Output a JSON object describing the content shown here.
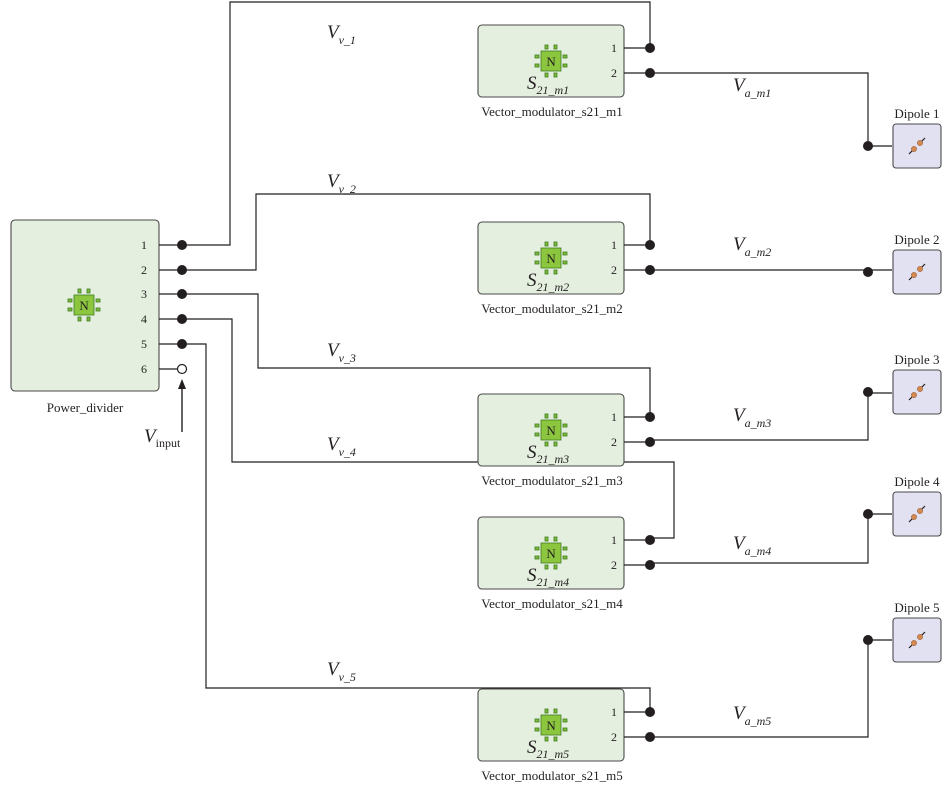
{
  "colors": {
    "block_fill": "#e4efdf",
    "dipole_fill": "#e1e1f2",
    "chip_green": "#7dbb3c",
    "chip_dark": "#3f7d1e",
    "dipole_accent": "#d58a52",
    "wire": "#231f20"
  },
  "power_divider": {
    "name": "Power_divider",
    "ports": [
      "1",
      "2",
      "3",
      "4",
      "5",
      "6"
    ],
    "chip_letter": "N",
    "icon": "n-port-chip-icon"
  },
  "input": {
    "symbol": "V",
    "subscript": "input"
  },
  "modulators": [
    {
      "name": "Vector_modulator_s21_m1",
      "s_main": "S",
      "s_sub": "21_m1",
      "ports": [
        "1",
        "2"
      ],
      "chip_letter": "N",
      "v_in": {
        "main": "V",
        "sub": "v_1"
      },
      "v_out": {
        "main": "V",
        "sub": "a_m1"
      }
    },
    {
      "name": "Vector_modulator_s21_m2",
      "s_main": "S",
      "s_sub": "21_m2",
      "ports": [
        "1",
        "2"
      ],
      "chip_letter": "N",
      "v_in": {
        "main": "V",
        "sub": "v_2"
      },
      "v_out": {
        "main": "V",
        "sub": "a_m2"
      }
    },
    {
      "name": "Vector_modulator_s21_m3",
      "s_main": "S",
      "s_sub": "21_m3",
      "ports": [
        "1",
        "2"
      ],
      "chip_letter": "N",
      "v_in": {
        "main": "V",
        "sub": "v_3"
      },
      "v_out": {
        "main": "V",
        "sub": "a_m3"
      }
    },
    {
      "name": "Vector_modulator_s21_m4",
      "s_main": "S",
      "s_sub": "21_m4",
      "ports": [
        "1",
        "2"
      ],
      "chip_letter": "N",
      "v_in": {
        "main": "V",
        "sub": "v_4"
      },
      "v_out": {
        "main": "V",
        "sub": "a_m4"
      }
    },
    {
      "name": "Vector_modulator_s21_m5",
      "s_main": "S",
      "s_sub": "21_m5",
      "ports": [
        "1",
        "2"
      ],
      "chip_letter": "N",
      "v_in": {
        "main": "V",
        "sub": "v_5"
      },
      "v_out": {
        "main": "V",
        "sub": "a_m5"
      }
    }
  ],
  "dipoles": [
    {
      "name": "Dipole 1",
      "icon": "dipole-antenna-icon"
    },
    {
      "name": "Dipole 2",
      "icon": "dipole-antenna-icon"
    },
    {
      "name": "Dipole 3",
      "icon": "dipole-antenna-icon"
    },
    {
      "name": "Dipole 4",
      "icon": "dipole-antenna-icon"
    },
    {
      "name": "Dipole 5",
      "icon": "dipole-antenna-icon"
    }
  ]
}
